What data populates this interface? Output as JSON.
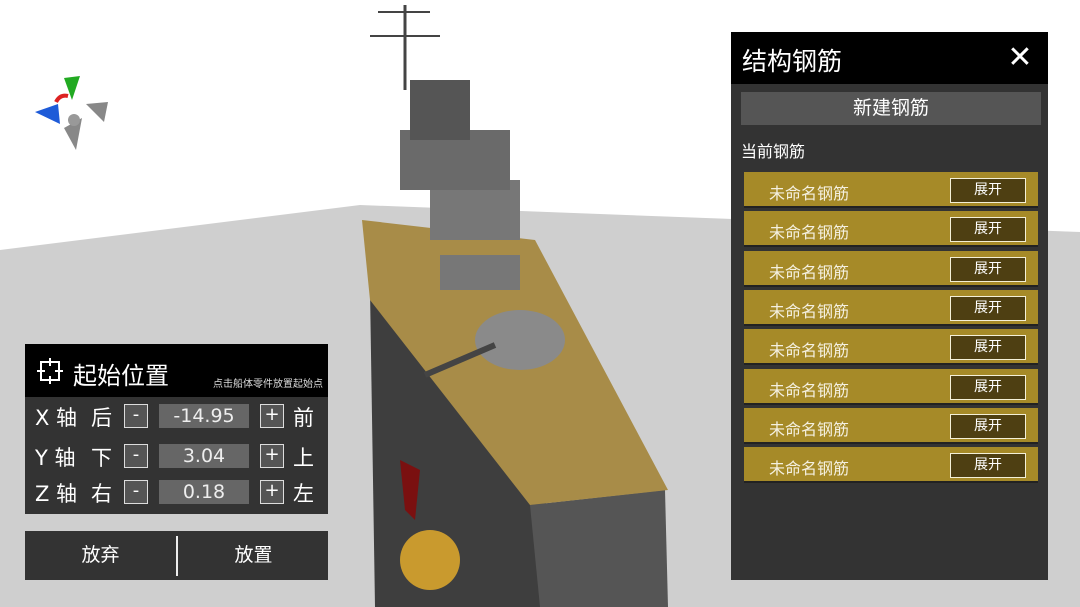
{
  "rebar_panel": {
    "title": "结构钢筋",
    "close_icon": "close-icon",
    "new_button": "新建钢筋",
    "current_label": "当前钢筋",
    "items": [
      {
        "name": "未命名钢筋",
        "expand": "展开"
      },
      {
        "name": "未命名钢筋",
        "expand": "展开"
      },
      {
        "name": "未命名钢筋",
        "expand": "展开"
      },
      {
        "name": "未命名钢筋",
        "expand": "展开"
      },
      {
        "name": "未命名钢筋",
        "expand": "展开"
      },
      {
        "name": "未命名钢筋",
        "expand": "展开"
      },
      {
        "name": "未命名钢筋",
        "expand": "展开"
      },
      {
        "name": "未命名钢筋",
        "expand": "展开"
      }
    ]
  },
  "start_position": {
    "title": "起始位置",
    "hint": "点击船体零件放置起始点",
    "rows": [
      {
        "axis": "X 轴",
        "neg": "后",
        "value": "-14.95",
        "pos": "前"
      },
      {
        "axis": "Y 轴",
        "neg": "下",
        "value": "3.04",
        "pos": "上"
      },
      {
        "axis": "Z 轴",
        "neg": "右",
        "value": "0.18",
        "pos": "左"
      }
    ],
    "minus": "-",
    "plus": "+"
  },
  "actions": {
    "discard": "放弃",
    "place": "放置"
  },
  "colors": {
    "accent": "#a68a28",
    "panel": "#333333"
  }
}
